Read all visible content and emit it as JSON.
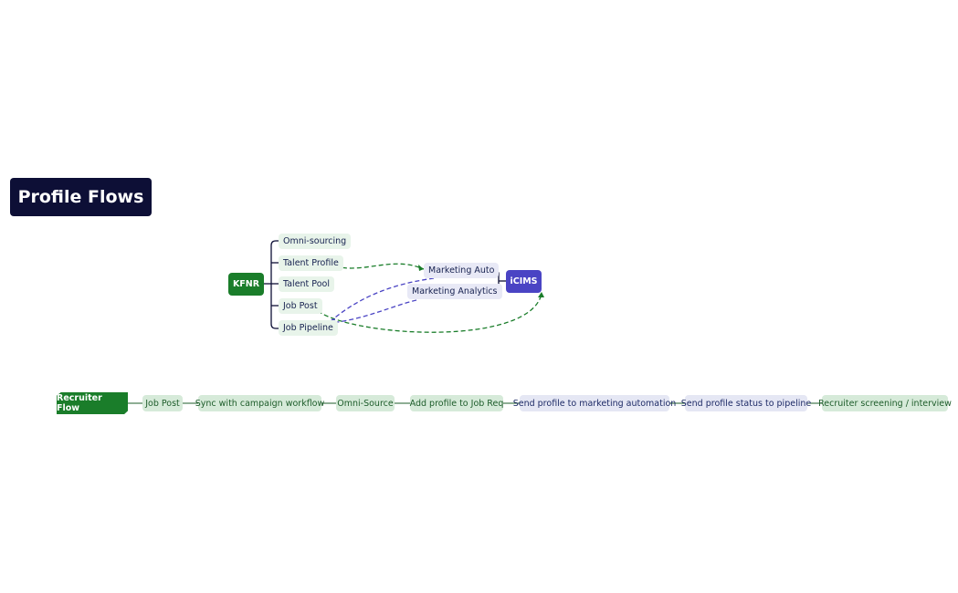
{
  "title": "Profile Flows",
  "mindmap": {
    "root": "KFNR",
    "branches": [
      "Omni-sourcing",
      "Talent Profile",
      "Talent Pool",
      "Job Post",
      "Job Pipeline"
    ],
    "target": "iCIMS",
    "target_children": [
      "Marketing Auto",
      "Marketing Analytics"
    ]
  },
  "recruiter_flow": {
    "root": "Recruiter Flow",
    "steps": [
      "Job Post",
      "Sync with campaign workflow",
      "Omni-Source",
      "Add profile to Job Req",
      "Send profile to marketing automation",
      "Send profile status to pipeline",
      "Recruiter screening / interview"
    ]
  },
  "colors": {
    "title_bg": "#0d0f36",
    "green_root": "#1a7d2a",
    "purple_root": "#4a44c4",
    "green_dash": "#1a7d2a",
    "purple_dash": "#4a44c4"
  }
}
